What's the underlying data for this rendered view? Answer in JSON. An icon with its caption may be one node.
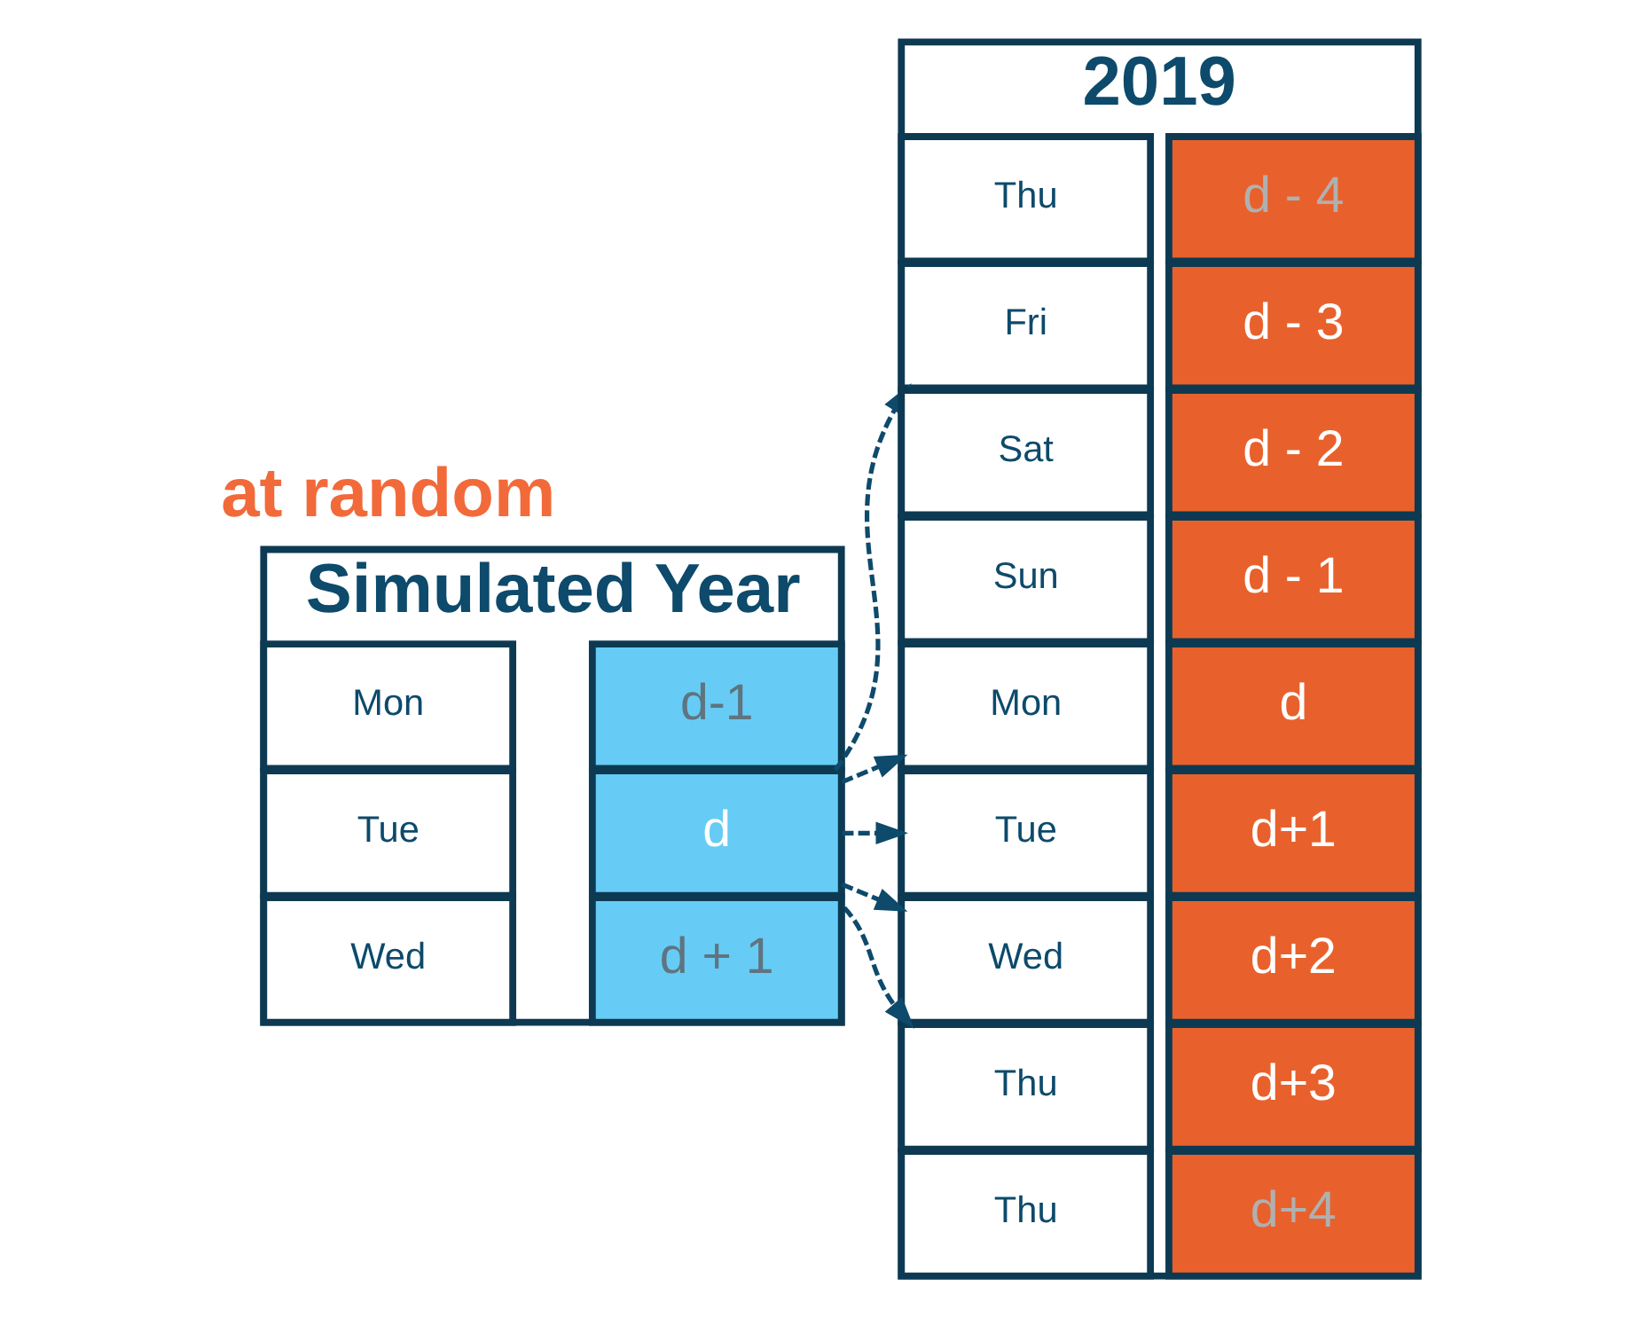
{
  "diagram": {
    "nodes": [
      {
        "text": [
          "Simulated Year"
        ]
      },
      {
        "text": [
          "Mon"
        ],
        "in": 0
      },
      {
        "text": [
          "d-1"
        ],
        "in": 0
      },
      {
        "text": [
          "Tue"
        ],
        "in": 0
      },
      {
        "text": [
          "d"
        ],
        "in": 0
      },
      {
        "text": [
          "Wed"
        ],
        "in": 0
      },
      {
        "text": [
          "d + 1"
        ],
        "in": 0
      },
      {
        "text": [
          "2019"
        ]
      },
      {
        "text": [
          "Thu"
        ],
        "in": 7
      },
      {
        "text": [
          "d - 4"
        ],
        "in": 7
      },
      {
        "text": [
          "Fri"
        ],
        "in": 7
      },
      {
        "text": [
          "d - 3"
        ],
        "in": 7
      },
      {
        "text": [
          "Sat"
        ],
        "in": 7
      },
      {
        "text": [
          "d - 2"
        ],
        "in": 7
      },
      {
        "text": [
          "Sun"
        ],
        "in": 7
      },
      {
        "text": [
          "d - 1"
        ],
        "in": 7
      },
      {
        "text": [
          "Mon"
        ],
        "in": 7
      },
      {
        "text": [
          "d"
        ],
        "in": 7
      },
      {
        "text": [
          "Tue"
        ],
        "in": 7
      },
      {
        "text": [
          "d+1"
        ],
        "in": 7
      },
      {
        "text": [
          "Wed"
        ],
        "in": 7
      },
      {
        "text": [
          "d+2"
        ],
        "in": 7
      },
      {
        "text": [
          "Thu"
        ],
        "in": 7
      },
      {
        "text": [
          "d+3"
        ],
        "in": 7
      },
      {
        "text": [
          "Thu"
        ],
        "in": 7
      },
      {
        "text": [
          "d+4"
        ],
        "in": 7
      }
    ],
    "edges": [
      {
        "from": 4,
        "to": 10,
        "arrow": "to",
        "style": "dashed"
      },
      {
        "from": 4,
        "to": 16,
        "arrow": "to",
        "style": "dashed"
      },
      {
        "from": 4,
        "to": 18,
        "arrow": "to",
        "style": "dashed"
      },
      {
        "from": 4,
        "to": 20,
        "arrow": "to",
        "style": "dashed"
      },
      {
        "from": 4,
        "to": 22,
        "arrow": "to",
        "style": "dashed"
      }
    ],
    "labels": [
      "at random"
    ]
  }
}
